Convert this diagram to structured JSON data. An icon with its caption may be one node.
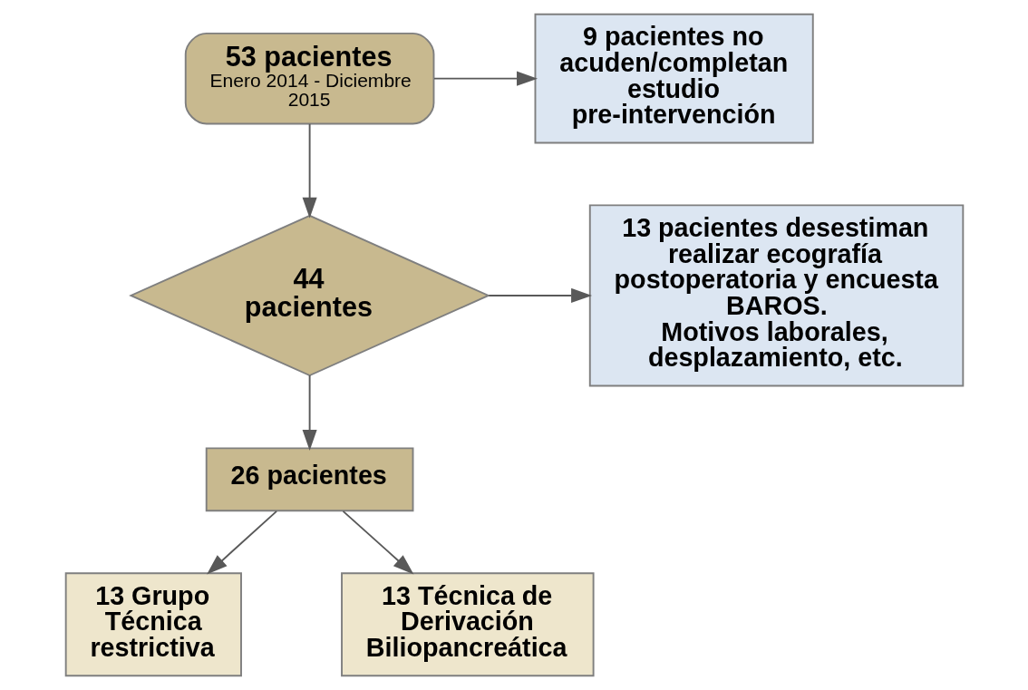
{
  "diagram": {
    "nodes": [
      {
        "text": [
          "53 pacientes",
          "Enero 2014 - Diciembre 2015"
        ]
      },
      {
        "text": [
          "9 pacientes no acuden/completan estudio pre-intervención"
        ]
      },
      {
        "text": [
          "44 pacientes"
        ]
      },
      {
        "text": [
          "13 pacientes desestiman realizar ecografía postoperatoria y encuesta BAROS.",
          "Motivos laborales, desplazamiento, etc."
        ]
      },
      {
        "text": [
          "26 pacientes"
        ]
      },
      {
        "text": [
          "13 Grupo Técnica restrictiva"
        ]
      },
      {
        "text": [
          "13 Técnica de Derivación Biliopancreática"
        ]
      }
    ],
    "edges": [
      {
        "from": 0,
        "to": 1,
        "arrow": "to"
      },
      {
        "from": 0,
        "to": 2,
        "arrow": "to"
      },
      {
        "from": 2,
        "to": 3,
        "arrow": "to"
      },
      {
        "from": 2,
        "to": 4,
        "arrow": "to"
      },
      {
        "from": 4,
        "to": 5,
        "arrow": "to"
      },
      {
        "from": 4,
        "to": 6,
        "arrow": "to"
      }
    ]
  }
}
